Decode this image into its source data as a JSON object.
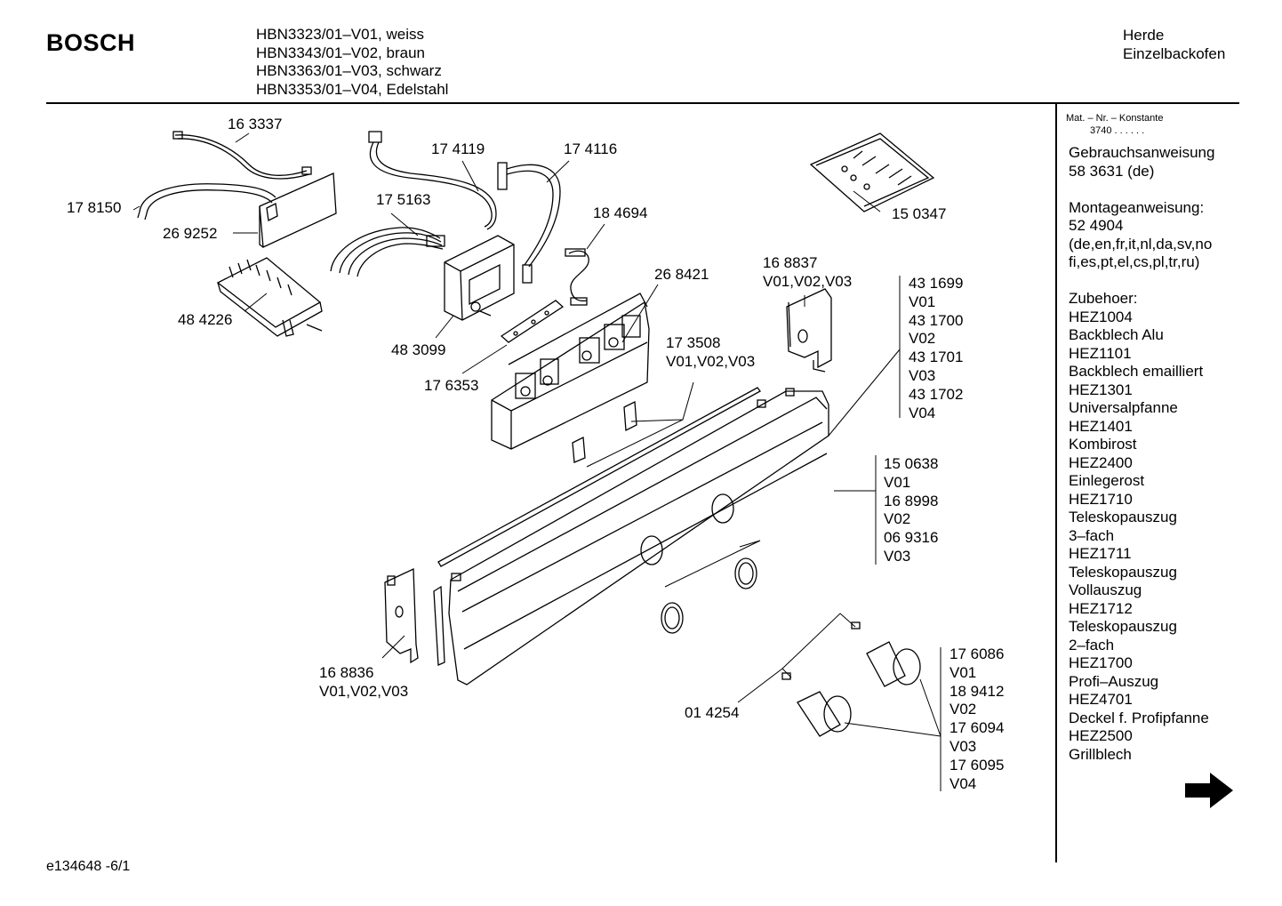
{
  "header": {
    "brand": "BOSCH",
    "models": [
      "HBN3323/01–V01, weiss",
      "HBN3343/01–V02, braun",
      "HBN3363/01–V03, schwarz",
      "HBN3353/01–V04, Edelstahl"
    ],
    "category": [
      "Herde",
      "Einzelbackofen"
    ]
  },
  "sidebar": {
    "constant_label": "Mat. – Nr. – Konstante",
    "constant_value": "3740 . . . . . .",
    "sections": [
      [
        "Gebrauchsanweisung",
        "58 3631 (de)"
      ],
      [
        "Montageanweisung:",
        "52 4904",
        "(de,en,fr,it,nl,da,sv,no",
        "fi,es,pt,el,cs,pl,tr,ru)"
      ],
      [
        "Zubehoer:",
        "HEZ1004",
        "Backblech Alu",
        "HEZ1101",
        "Backblech emailliert",
        "HEZ1301",
        "Universalpfanne",
        "HEZ1401",
        "Kombirost",
        "HEZ2400",
        "Einlegerost",
        "HEZ1710",
        "Teleskopauszug",
        "3–fach",
        "HEZ1711",
        "Teleskopauszug",
        "Vollauszug",
        "HEZ1712",
        "Teleskopauszug",
        "2–fach",
        "HEZ1700",
        "Profi–Auszug",
        "HEZ4701",
        "Deckel f. Profipfanne",
        "HEZ2500",
        "Grillblech"
      ]
    ],
    "next_icon": "right-arrow-icon"
  },
  "parts": {
    "p163337": "16 3337",
    "p178150": "17 8150",
    "p269252": "26 9252",
    "p484226": "48 4226",
    "p174119": "17 4119",
    "p174116": "17 4116",
    "p175163": "17 5163",
    "p184694": "18 4694",
    "p483099": "48 3099",
    "p268421": "26 8421",
    "p176353": "17 6353",
    "p150347": "15 0347",
    "p168837": [
      "16 8837",
      "V01,V02,V03"
    ],
    "p173508": [
      "17 3508",
      "V01,V02,V03"
    ],
    "p168836": [
      "16 8836",
      "V01,V02,V03"
    ],
    "p014254": "01 4254",
    "group_frame": [
      "43 1699",
      "V01",
      "43 1700",
      "V02",
      "43 1701",
      "V03",
      "43 1702",
      "V04"
    ],
    "group_panel": [
      "15 0638",
      "V01",
      "16 8998",
      "V02",
      "06 9316",
      "V03"
    ],
    "group_knobs": [
      "17 6086",
      "V01",
      "18 9412",
      "V02",
      "17 6094",
      "V03",
      "17 6095",
      "V04"
    ]
  },
  "footer": "e134648 -6/1"
}
